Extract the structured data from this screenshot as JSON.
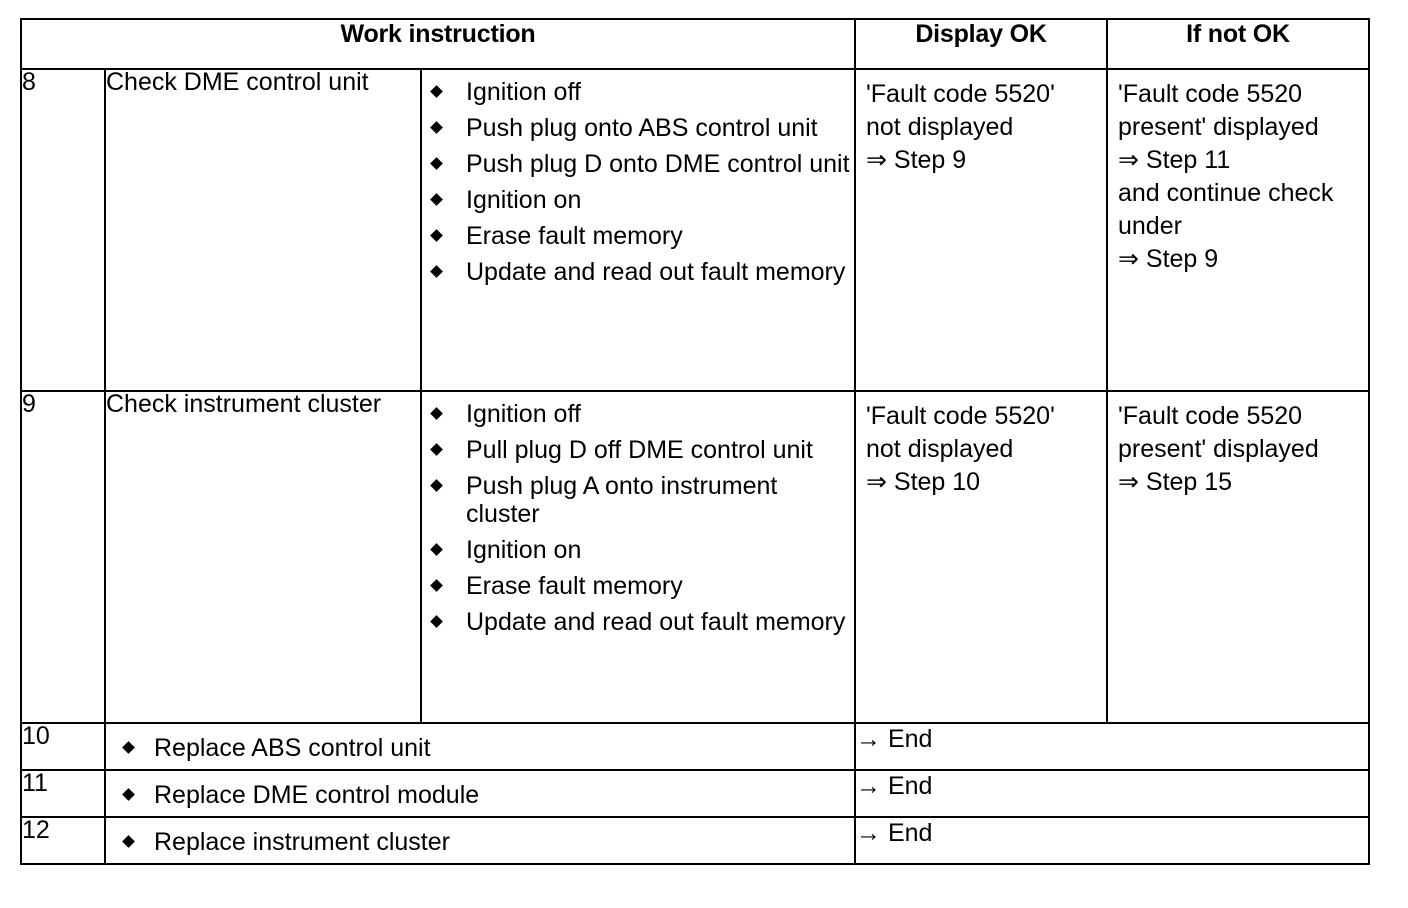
{
  "table": {
    "headers": {
      "work_instruction": "Work instruction",
      "display_ok": "Display OK",
      "if_not_ok": "If not OK"
    },
    "rows": [
      {
        "step": "8",
        "task": "Check DME control unit",
        "bullet_glyph": "diamond-bullet",
        "steps": [
          "Ignition off",
          "Push plug onto ABS control unit",
          "Push plug D onto DME control unit",
          "Ignition on",
          "Erase fault memory",
          "Update and read out fault memory"
        ],
        "display_ok": [
          "'Fault code 5520'",
          "not displayed",
          "⇒ Step 9"
        ],
        "if_not_ok": [
          "'Fault code 5520",
          "present' displayed",
          "⇒ Step 11",
          " and continue check",
          "under",
          "⇒ Step 9"
        ]
      },
      {
        "step": "9",
        "task": "Check instrument cluster",
        "bullet_glyph": "diamond-bullet",
        "steps": [
          "Ignition off",
          "Pull plug D off DME control unit",
          "Push plug A onto instrument cluster",
          "Ignition on",
          "Erase fault memory",
          "Update and read out fault memory"
        ],
        "display_ok": [
          "'Fault code 5520'",
          "not displayed",
          "⇒ Step 10"
        ],
        "if_not_ok": [
          "'Fault code 5520",
          "present' displayed",
          " ⇒ Step 15"
        ]
      }
    ],
    "simple_rows": [
      {
        "step": "10",
        "action": "Replace ABS control unit",
        "result": "→ End"
      },
      {
        "step": "11",
        "action": "Replace DME control module",
        "result": "→ End"
      },
      {
        "step": "12",
        "action": "Replace instrument cluster",
        "result": "→ End"
      }
    ]
  },
  "colors": {
    "background": "#ffffff",
    "ink": "#000000",
    "border": "#000000"
  }
}
